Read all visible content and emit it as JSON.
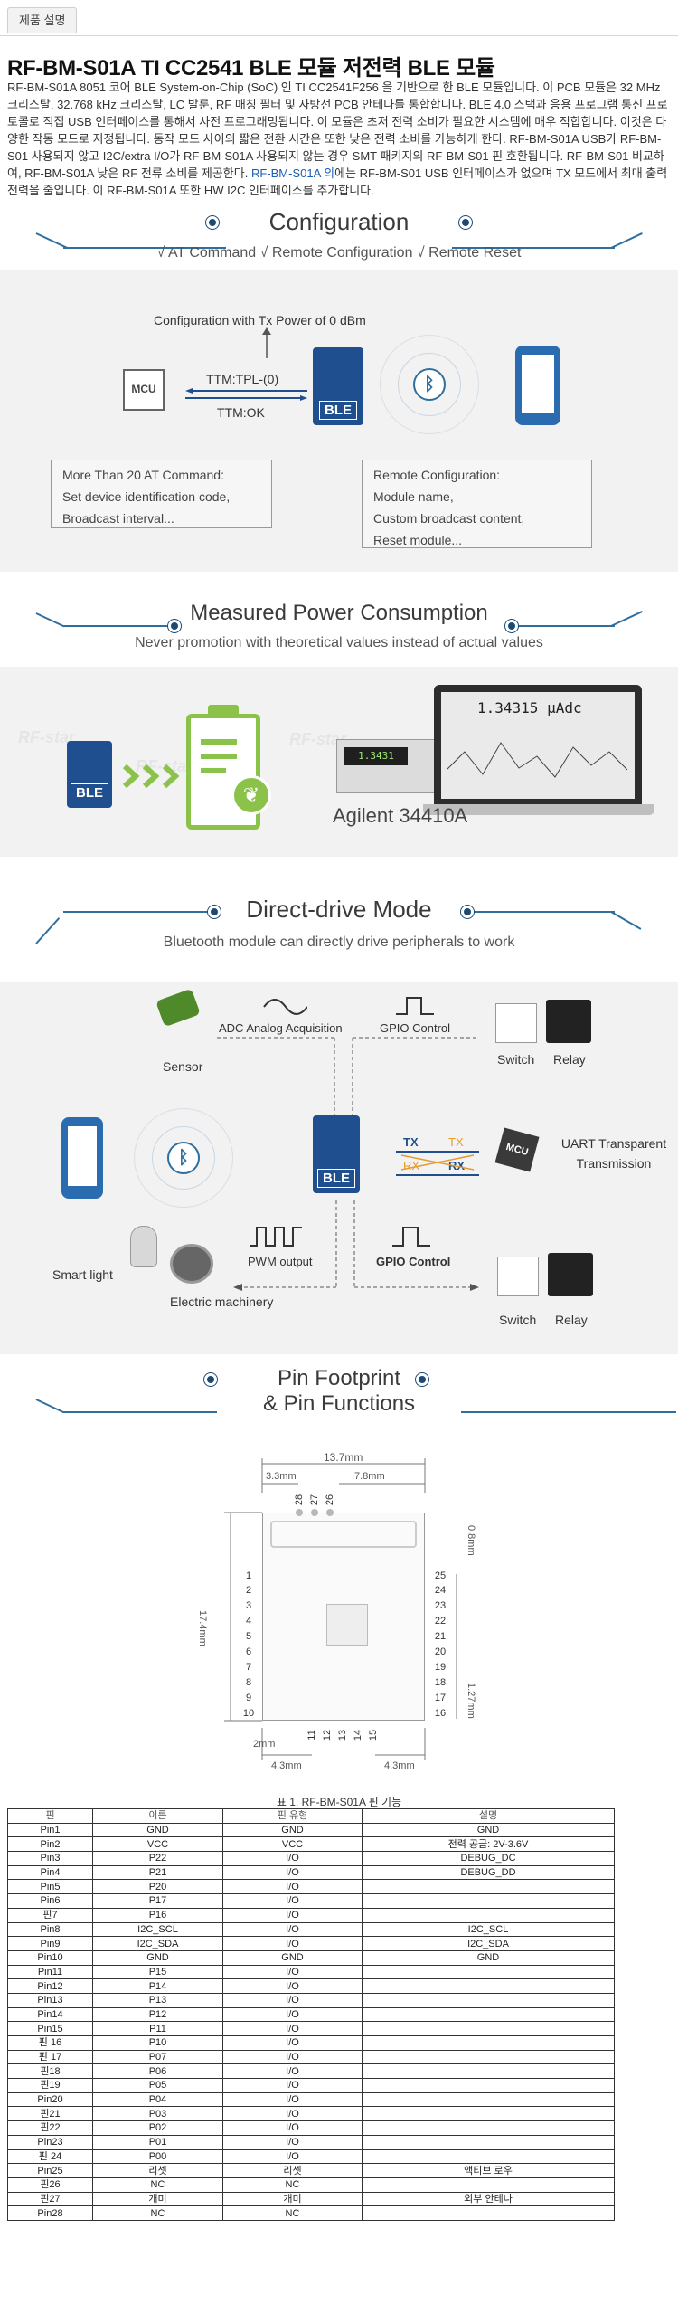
{
  "tab": {
    "label": "제품 설명"
  },
  "title": "RF-BM-S01A TI CC2541 BLE 모듈 저전력 BLE 모듈",
  "intro": {
    "text1": "RF-BM-S01A 8051 코어 BLE System-on-Chip (SoC) 인 TI CC2541F256 을 기반으로 한 BLE 모듈입니다. 이 PCB 모듈은 32 MHz 크리스탈, 32.768 kHz 크리스탈, LC 발룬, RF 매칭 필터 및 사방선 PCB 안테나를 통합합니다. BLE 4.0 스택과 응용 프로그램 통신 프로토콜로 직접 USB 인터페이스를 통해서 사전 프로그래밍됩니다. 이 모듈은 초저 전력 소비가 필요한 시스템에 매우 적합합니다. 이것은 다양한 작동 모드로 지정됩니다. 동작 모드 사이의 짧은 전환 시간은 또한 낮은 전력 소비를 가능하게 한다. RF-BM-S01A USB가 RF-BM-S01 사용되지 않고 I2C/extra I/O가 RF-BM-S01A 사용되지 않는 경우 SMT 패키지의 RF-BM-S01 핀 호환됩니다. RF-BM-S01 비교하여, RF-BM-S01A 낮은 RF 전류 소비를 제공한다.",
    "link": "RF-BM-S01A 의",
    "text2": "에는 RF-BM-S01 USB 인터페이스가 없으며 TX 모드에서 최대 출력 전력을 줄입니다. 이 RF-BM-S01A 또한 HW I2C 인터페이스를 추가합니다."
  },
  "config": {
    "heading": "Configuration",
    "subheading": "√ AT Command  √ Remote Configuration  √ Remote Reset",
    "tx_caption": "Configuration with Tx Power of 0 dBm",
    "cmd1": "TTM:TPL-(0)",
    "cmd2": "TTM:OK",
    "mcu_label": "MCU",
    "ble_label": "BLE",
    "box_left": [
      "More Than 20 AT Command:",
      "Set  device identification code,",
      "Broadcast interval..."
    ],
    "box_right": [
      "Remote Configuration:",
      "Module name,",
      "Custom broadcast content,",
      "Reset module..."
    ]
  },
  "power": {
    "heading": "Measured Power Consumption",
    "subheading": "Never promotion with theoretical values instead of actual values",
    "ble_label": "BLE",
    "screen_value": "1.34315 µAdc",
    "meter_value": "1.3431",
    "instrument": "Agilent 34410A",
    "watermark": "RF-star"
  },
  "drive": {
    "heading": "Direct-drive Mode",
    "subheading": "Bluetooth module can directly drive peripherals to work",
    "sensor": "Sensor",
    "adc": "ADC Analog Acquisition",
    "gpio_top": "GPIO Control",
    "switch_top": "Switch",
    "relay_top": "Relay",
    "ble_label": "BLE",
    "tx": "TX",
    "rx": "RX",
    "mcu_label": "MCU",
    "uart": "UART Transparent Transmission",
    "pwm": "PWM output",
    "gpio_bottom": "GPIO Control",
    "smart_light": "Smart light",
    "machinery": "Electric machinery",
    "switch_bottom": "Switch",
    "relay_bottom": "Relay"
  },
  "footprint": {
    "heading_line1": "Pin Footprint",
    "heading_line2": "& Pin Functions",
    "dim_width": "13.7mm",
    "dim_left": "3.3mm",
    "dim_right": "7.8mm",
    "dim_height": "17.4mm",
    "dim_pitch_top": "0.8mm",
    "dim_pitch": "1.27mm",
    "dim_bottom_left": "4.3mm",
    "dim_bottom_right": "4.3mm",
    "dim_2mm": "2mm",
    "top_pins": [
      "28",
      "27",
      "26"
    ],
    "left_pins": [
      "1",
      "2",
      "3",
      "4",
      "5",
      "6",
      "7",
      "8",
      "9",
      "10"
    ],
    "right_pins": [
      "25",
      "24",
      "23",
      "22",
      "21",
      "20",
      "19",
      "18",
      "17",
      "16"
    ],
    "bottom_pins": [
      "11",
      "12",
      "13",
      "14",
      "15"
    ]
  },
  "table": {
    "caption": "표 1. RF-BM-S01A 핀 기능",
    "headers": [
      "핀",
      "이름",
      "핀 유형",
      "설명"
    ],
    "rows": [
      [
        "Pin1",
        "GND",
        "GND",
        "GND"
      ],
      [
        "Pin2",
        "VCC",
        "VCC",
        "전력 공급: 2V-3.6V"
      ],
      [
        "Pin3",
        "P22",
        "I/O",
        "DEBUG_DC"
      ],
      [
        "Pin4",
        "P21",
        "I/O",
        "DEBUG_DD"
      ],
      [
        "Pin5",
        "P20",
        "I/O",
        ""
      ],
      [
        "Pin6",
        "P17",
        "I/O",
        ""
      ],
      [
        "핀7",
        "P16",
        "I/O",
        ""
      ],
      [
        "Pin8",
        "I2C_SCL",
        "I/O",
        "I2C_SCL"
      ],
      [
        "Pin9",
        "I2C_SDA",
        "I/O",
        "I2C_SDA"
      ],
      [
        "Pin10",
        "GND",
        "GND",
        "GND"
      ],
      [
        "Pin11",
        "P15",
        "I/O",
        ""
      ],
      [
        "Pin12",
        "P14",
        "I/O",
        ""
      ],
      [
        "Pin13",
        "P13",
        "I/O",
        ""
      ],
      [
        "Pin14",
        "P12",
        "I/O",
        ""
      ],
      [
        "Pin15",
        "P11",
        "I/O",
        ""
      ],
      [
        "핀 16",
        "P10",
        "I/O",
        ""
      ],
      [
        "핀 17",
        "P07",
        "I/O",
        ""
      ],
      [
        "핀18",
        "P06",
        "I/O",
        ""
      ],
      [
        "핀19",
        "P05",
        "I/O",
        ""
      ],
      [
        "Pin20",
        "P04",
        "I/O",
        ""
      ],
      [
        "핀21",
        "P03",
        "I/O",
        ""
      ],
      [
        "핀22",
        "P02",
        "I/O",
        ""
      ],
      [
        "Pin23",
        "P01",
        "I/O",
        ""
      ],
      [
        "핀 24",
        "P00",
        "I/O",
        ""
      ],
      [
        "Pin25",
        "리셋",
        "리셋",
        "액티브 로우"
      ],
      [
        "핀26",
        "NC",
        "NC",
        ""
      ],
      [
        "핀27",
        "개미",
        "개미",
        "외부 안테나"
      ],
      [
        "Pin28",
        "NC",
        "NC",
        ""
      ]
    ]
  },
  "colors": {
    "accent": "#2f6f9e",
    "module_blue": "#1f4f8f",
    "battery_green": "#8bc34a",
    "panel_bg": "#f2f2f2"
  }
}
